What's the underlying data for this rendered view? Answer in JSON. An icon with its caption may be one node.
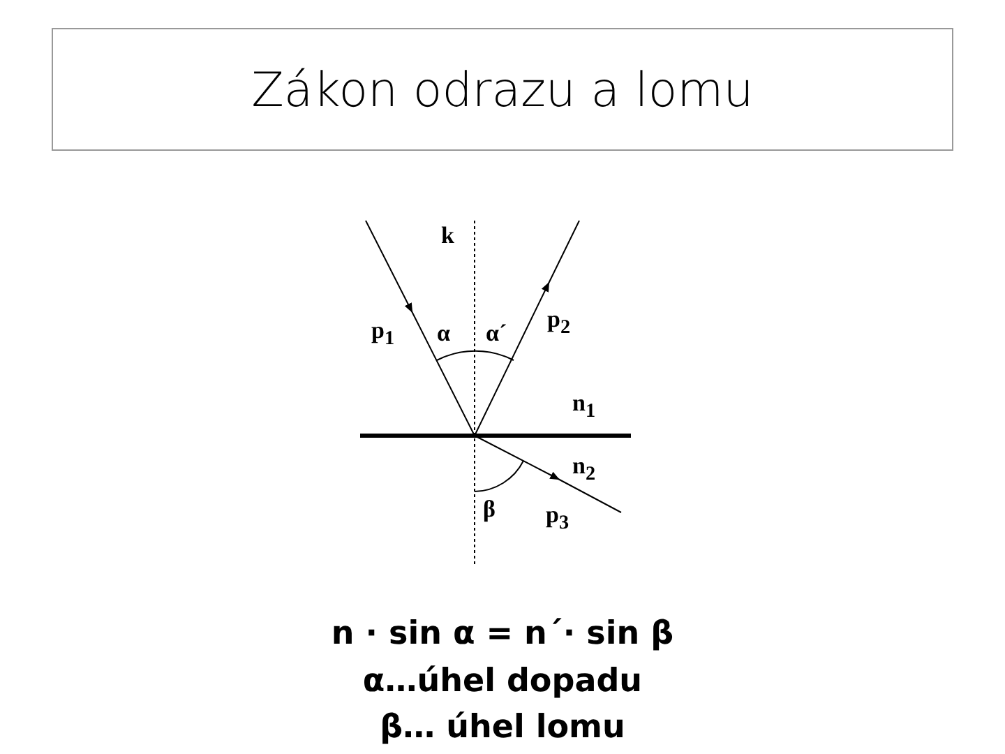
{
  "diagram": {
    "title": "Zákon odrazu a lomu",
    "labels": [
      "k",
      "p$_{1}$",
      "α",
      "α´",
      "p$_{2}$",
      "n$_{1}$",
      "n$_{2}$",
      "β",
      "p$_{3}$",
      "n · sin α = n´· sin β",
      "α…úhel dopadu",
      "β… úhel lomu"
    ]
  }
}
